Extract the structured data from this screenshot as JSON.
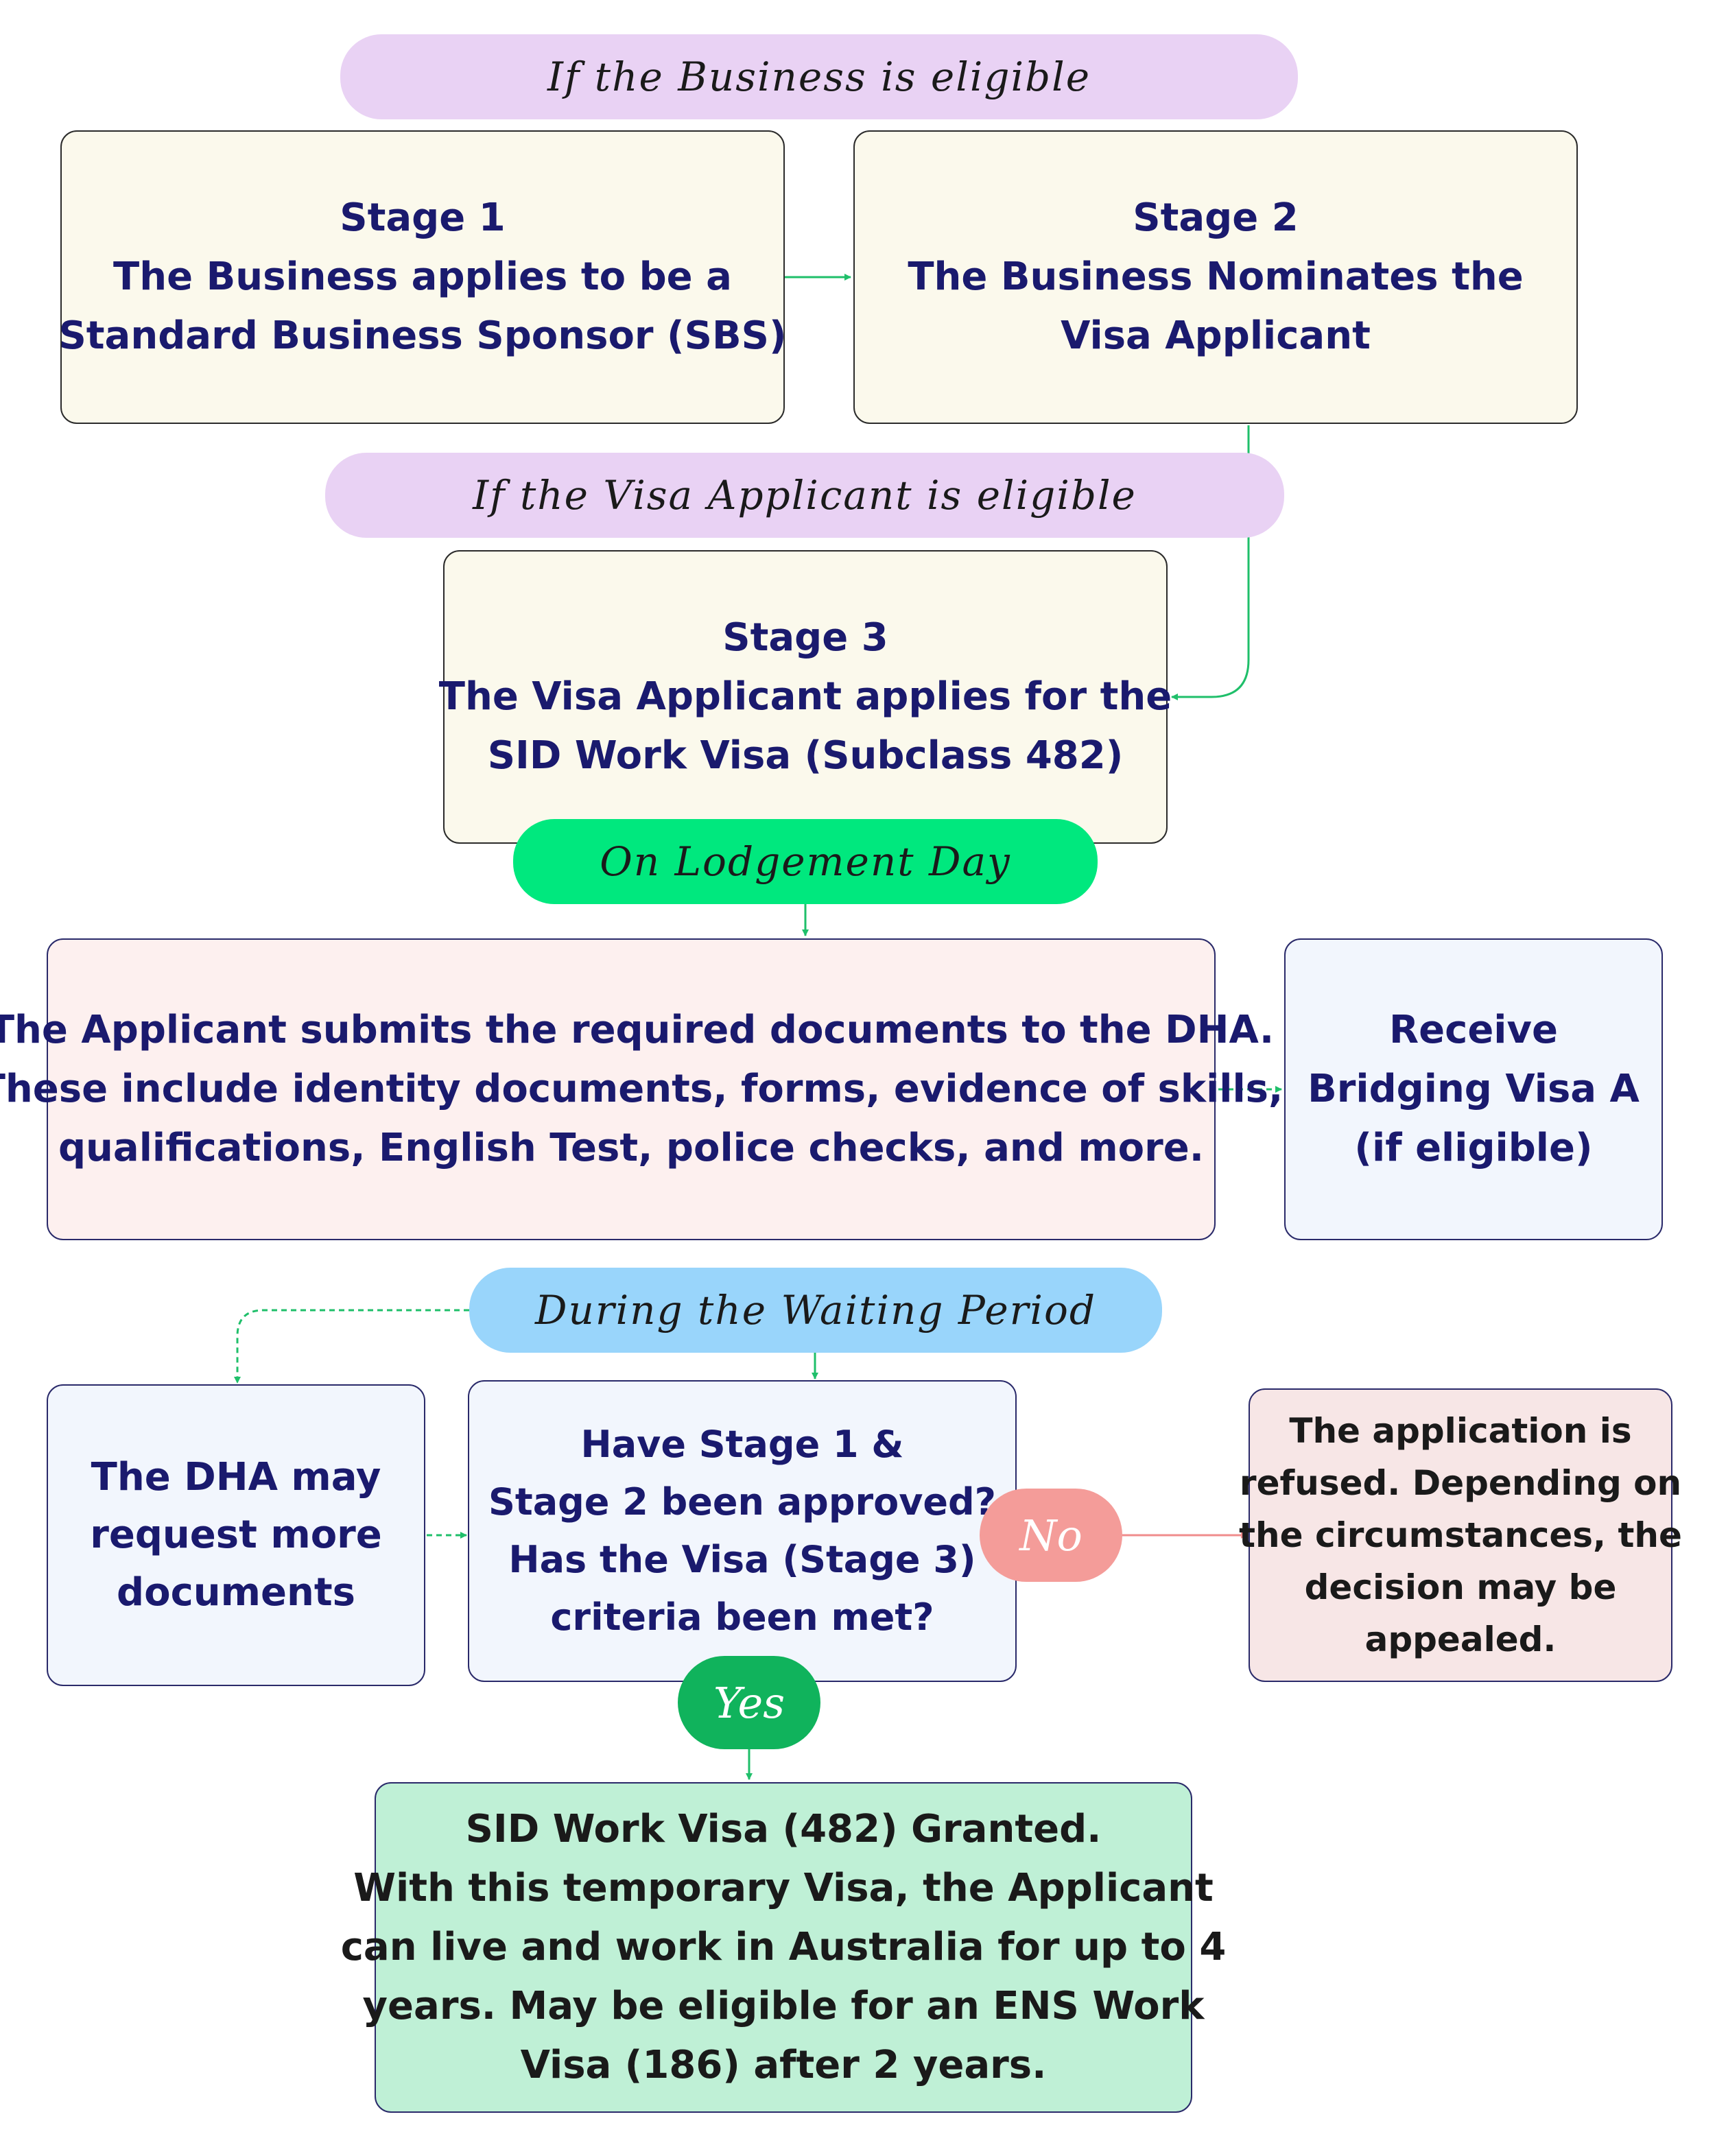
{
  "labels": {
    "business_eligible": "If the Business is eligible",
    "applicant_eligible": "If the Visa Applicant is eligible",
    "lodgement_day": "On Lodgement Day",
    "waiting_period": "During the Waiting Period",
    "no": "No",
    "yes": "Yes"
  },
  "stage1": {
    "title": "Stage 1",
    "line1": "The Business applies to be a",
    "line2": "Standard Business Sponsor (SBS)"
  },
  "stage2": {
    "title": "Stage 2",
    "line1": "The Business Nominates the",
    "line2": "Visa Applicant"
  },
  "stage3": {
    "title": "Stage 3",
    "line1": "The Visa Applicant applies for the",
    "line2": "SID Work Visa (Subclass 482)"
  },
  "submit_docs": {
    "line1": "The Applicant submits the required documents to the DHA.",
    "line2": "These include identity documents, forms, evidence of skills,",
    "line3": "qualifications, English Test, police checks, and more."
  },
  "bridging": {
    "line1": "Receive",
    "line2": "Bridging Visa A",
    "line3": "(if eligible)"
  },
  "dha_request": {
    "line1": "The DHA may",
    "line2": "request more",
    "line3": "documents"
  },
  "question": {
    "line1": "Have Stage 1 &",
    "line2": "Stage 2 been approved?",
    "line3": "Has the Visa (Stage 3)",
    "line4": "criteria been met?"
  },
  "refused": {
    "line1": "The application is",
    "line2": "refused. Depending on",
    "line3": "the circumstances, the",
    "line4": "decision may be",
    "line5": "appealed."
  },
  "granted": {
    "line1": "SID Work Visa (482) Granted.",
    "line2": "With this temporary Visa, the Applicant",
    "line3": "can live and work in Australia for up to 4",
    "line4": "years. May be eligible for an ENS Work",
    "line5": "Visa (186) after 2 years."
  },
  "colors": {
    "connector": "#1fbf6a",
    "no_arrow": "#f08c8c",
    "purple_pill": "#e9d2f4",
    "green_pill": "#00e87e",
    "blue_pill": "#99d5fb",
    "no_tag": "#f49c99",
    "yes_tag": "#10b35c",
    "text_navy": "#1a1a6e"
  }
}
